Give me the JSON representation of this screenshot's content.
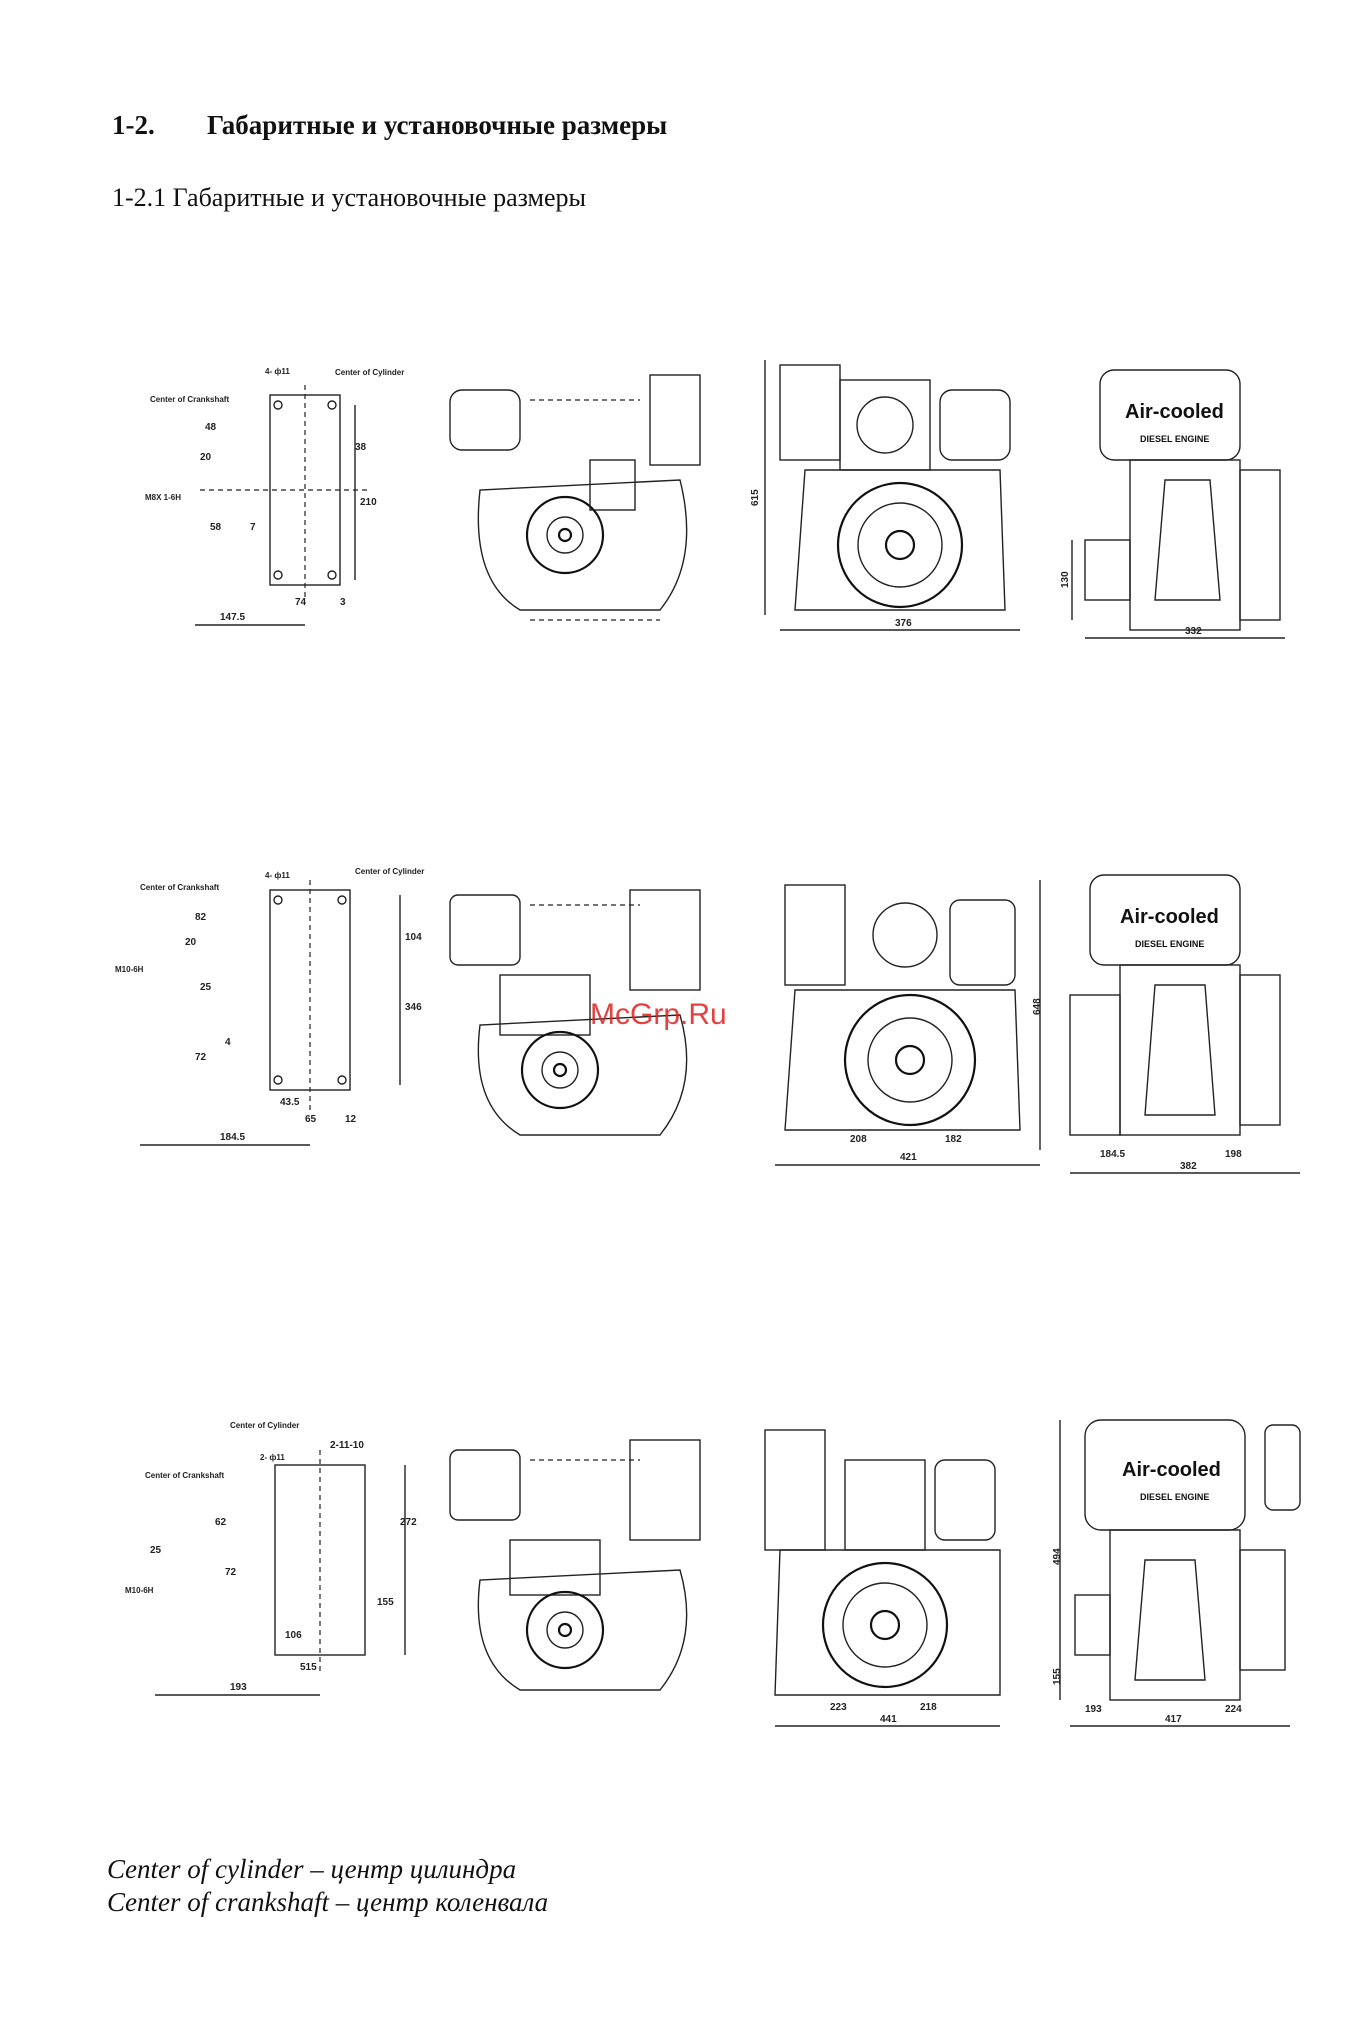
{
  "header": {
    "section_number": "1-2.",
    "section_title": "Габаритные и установочные размеры",
    "subsection_title": "1-2.1 Габаритные и установочные размеры"
  },
  "drawings": [
    {
      "row": 1,
      "mount_view": {
        "center_cylinder": "Center of Cylinder",
        "center_crankshaft": "Center of Crankshaft",
        "thread": "M8X 1-6H",
        "holes": "4- ф11",
        "dims": [
          "48",
          "20",
          "58",
          "7",
          "38",
          "210",
          "147.5",
          "74",
          "3"
        ]
      },
      "side_dims": {
        "height": "615",
        "width": "376"
      },
      "right_view": {
        "label_line1": "Air-cooled",
        "label_line2": "DIESEL ENGINE",
        "dims": [
          "130",
          "332"
        ]
      }
    },
    {
      "row": 2,
      "mount_view": {
        "center_cylinder": "Center of Cylinder",
        "center_crankshaft": "Center of Crankshaft",
        "thread": "M10-6H",
        "holes": "4- ф11",
        "dims": [
          "82",
          "20",
          "25",
          "72",
          "4",
          "104",
          "346",
          "184.5",
          "43.5",
          "65",
          "12"
        ]
      },
      "side_dims": {
        "height": "648",
        "width": "421",
        "left": "208",
        "right": "182"
      },
      "right_view": {
        "label_line1": "Air-cooled",
        "label_line2": "DIESEL ENGINE",
        "dims": [
          "184.5",
          "198",
          "382"
        ]
      }
    },
    {
      "row": 3,
      "mount_view": {
        "center_cylinder": "Center of Cylinder",
        "center_crankshaft": "Center of Crankshaft",
        "thread": "M10-6H",
        "holes": "2- ф11",
        "holes2": "2-11-10",
        "dims": [
          "62",
          "25",
          "72",
          "272",
          "155",
          "106",
          "515",
          "193"
        ]
      },
      "side_dims": {
        "height": "",
        "width": "441",
        "left": "223",
        "right": "218"
      },
      "right_view": {
        "label_line1": "Air-cooled",
        "label_line2": "DIESEL ENGINE",
        "dims": [
          "494",
          "155",
          "193",
          "224",
          "417"
        ]
      }
    }
  ],
  "watermark": "McGrp.Ru",
  "legend": [
    "Center of cylinder – центр цилиндра",
    "Center of crankshaft – центр коленвала"
  ]
}
